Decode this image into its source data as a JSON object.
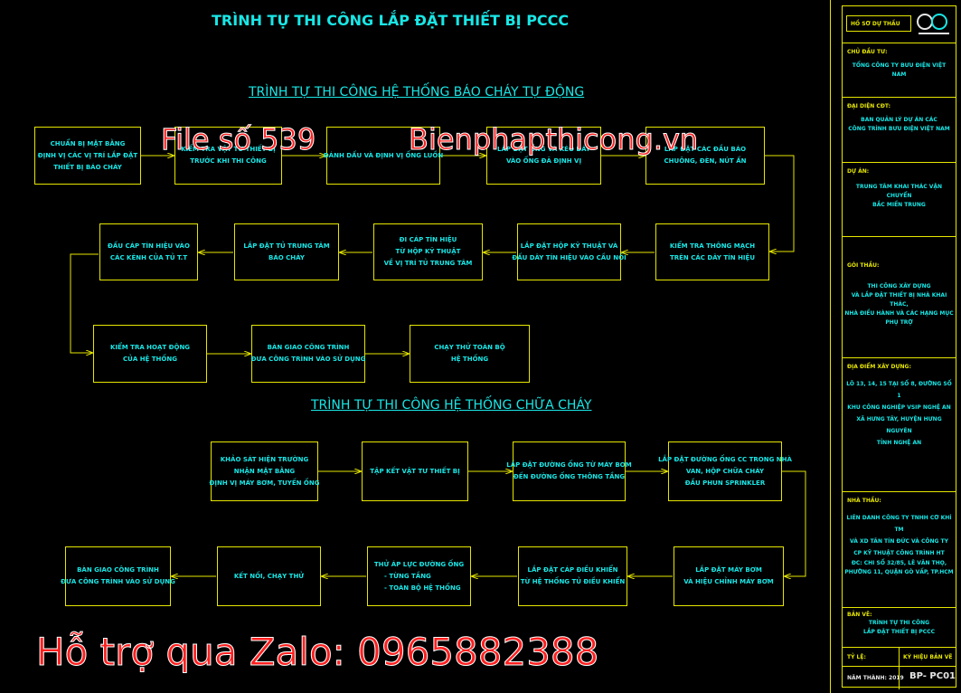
{
  "title": "TRÌNH TỰ THI CÔNG LẮP ĐẶT THIẾT BỊ PCCC",
  "section1": "TRÌNH TỰ THI CÔNG HỆ THỐNG BÁO CHÁY TỰ ĐỘNG",
  "section2": "TRÌNH TỰ THI CÔNG HỆ THỐNG CHỮA CHÁY",
  "watermark_file": "File số 539",
  "watermark_site": "Bienphapthicong.vn",
  "watermark_zalo": "Hỗ trợ qua Zalo: 0965882388",
  "fire_alarm_boxes": [
    [
      "CHUẨN BỊ MẶT BẰNG",
      "ĐỊNH VỊ CÁC VỊ TRÍ LẮP ĐẶT",
      "THIẾT BỊ BÁO CHÁY"
    ],
    [
      "KIỂM TRA VẬT TƯ THIẾT BỊ",
      "TRƯỚC KHI THI CÔNG"
    ],
    [
      "ĐÁNH DẤU VÀ ĐỊNH VỊ ỐNG LUỒN"
    ],
    [
      "LẮP ĐẶT ỐNG VÀ KÉO DÂY",
      "VÀO ỐNG ĐÃ ĐỊNH VỊ"
    ],
    [
      "LẮP ĐẶT CÁC ĐẦU BÁO",
      "CHUÔNG, ĐÈN, NÚT ẤN"
    ],
    [
      "KIỂM TRA THÔNG MẠCH",
      "TRÊN CÁC DÂY TÍN HIỆU"
    ],
    [
      "LẮP ĐẶT HỘP KỸ THUẬT VÀ",
      "ĐẤU DÂY TÍN HIỆU VÀO CẦU NỐI"
    ],
    [
      "ĐI CÁP TÍN HIỆU",
      "TỪ HỘP KỸ THUẬT",
      "VỀ VỊ TRÍ TỦ TRUNG TÂM"
    ],
    [
      "LẮP ĐẶT TỦ TRUNG TÂM",
      "BÁO CHÁY"
    ],
    [
      "ĐẤU CÁP TÍN HIỆU VÀO",
      "CÁC KÊNH CỦA TỦ T.T"
    ],
    [
      "KIỂM TRA HOẠT ĐỘNG",
      "CỦA HỆ THỐNG"
    ],
    [
      "BÀN GIAO CÔNG TRÌNH",
      "ĐƯA CÔNG TRÌNH VÀO SỬ DỤNG"
    ],
    [
      "CHẠY THỬ TOÀN BỘ",
      "HỆ THỐNG"
    ]
  ],
  "fire_fighting_boxes": [
    [
      "KHẢO SÁT HIỆN TRƯỜNG",
      "NHẬN MẶT BẰNG",
      "ĐỊNH VỊ MÁY BƠM, TUYẾN ỐNG"
    ],
    [
      "TẬP KẾT VẬT TƯ THIẾT BỊ"
    ],
    [
      "LẮP ĐẶT ĐƯỜNG ỐNG TỪ MÁY BƠM",
      "ĐẾN ĐƯỜNG ỐNG THÔNG TẦNG"
    ],
    [
      "LẮP ĐẶT ĐƯỜNG ỐNG CC TRONG NHÀ",
      "VAN, HỘP CHỮA CHÁY",
      "ĐẦU PHUN SPRINKLER"
    ],
    [
      "LẮP ĐẶT MÁY BƠM",
      "VÀ HIỆU CHỈNH MÁY BƠM"
    ],
    [
      "LẮP ĐẶT CÁP ĐIỀU KHIỂN",
      "TỪ HỆ THỐNG TỦ ĐIỀU KHIỂN"
    ],
    [
      "THỬ ÁP LỰC ĐƯỜNG ỐNG",
      "- TỪNG TẦNG",
      "- TOÀN BỘ HỆ THỐNG"
    ],
    [
      "KẾT NỐI, CHẠY THỬ"
    ],
    [
      "BÀN GIAO CÔNG TRÌNH",
      "ĐƯA CÔNG TRÌNH VÀO SỬ DỤNG"
    ]
  ],
  "title_block": {
    "logo_text": "HỒ SƠ DỰ THẦU",
    "cells": [
      {
        "head": "CHỦ ĐẦU TƯ:",
        "lines": [
          "TỔNG CÔNG TY BƯU ĐIỆN VIỆT NAM"
        ]
      },
      {
        "head": "ĐẠI DIỆN CĐT:",
        "lines": [
          "BAN QUẢN LÝ DỰ ÁN CÁC",
          "CÔNG TRÌNH BƯU ĐIỆN VIỆT NAM"
        ]
      },
      {
        "head": "DỰ ÁN:",
        "lines": [
          "TRUNG TÂM KHAI THÁC VẬN CHUYỂN",
          "BẮC MIỀN TRUNG"
        ]
      },
      {
        "head": "GÓI THẦU:",
        "lines": [
          "THI CÔNG XÂY DỰNG",
          "VÀ LẮP ĐẶT THIẾT BỊ NHÀ KHAI THÁC,",
          "NHÀ ĐIỀU HÀNH VÀ CÁC HẠNG MỤC",
          "PHỤ TRỢ"
        ]
      },
      {
        "head": "ĐỊA ĐIỂM XÂY DỰNG:",
        "lines": [
          "LÔ 13, 14, 15 TẠI SỐ 8, ĐƯỜNG SỐ 1",
          "KHU CÔNG NGHIỆP VSIP NGHỆ AN",
          "XÃ HƯNG TÂY, HUYỆN HƯNG NGUYÊN",
          "TỈNH NGHỆ AN"
        ]
      },
      {
        "head": "NHÀ THẦU:",
        "lines": [
          "LIÊN DANH CÔNG TY TNHH CƠ KHÍ TM",
          "VÀ XD TÂN TÍN ĐỨC VÀ CÔNG TY",
          "CP KỸ THUẬT CÔNG TRÌNH HT",
          "",
          "ĐC: CHI SỐ 32/85, LÊ VĂN THỌ,",
          "PHƯỜNG 11, QUẬN GÒ VẤP, TP.HCM"
        ]
      },
      {
        "head": "BẢN VẼ:",
        "lines": [
          "TRÌNH TỰ THI CÔNG",
          "LẮP ĐẶT THIẾT BỊ PCCC"
        ]
      }
    ],
    "scale_label": "TỶ LỆ:",
    "sheet_label": "KÝ HIỆU BẢN VẼ",
    "year": "NĂM THÀNH: 2019",
    "code": "BP- PC01"
  },
  "colors": {
    "text": "#19e6e6",
    "lines": "#e6e600",
    "watermark": "#ff1e1e"
  }
}
